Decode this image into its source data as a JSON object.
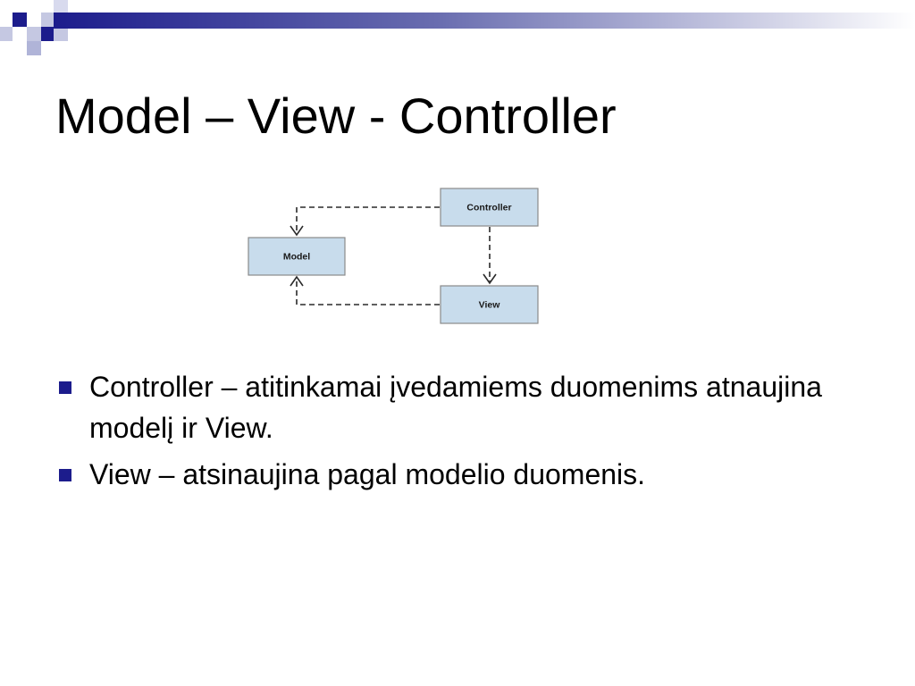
{
  "colors": {
    "accent": "#1c1c8c",
    "accent_light": "#9ea2cc",
    "node_fill": "#c8dcec",
    "node_stroke": "#8a8a8a"
  },
  "slide": {
    "title": "Model – View - Controller",
    "diagram": {
      "nodes": {
        "controller": "Controller",
        "model": "Model",
        "view": "View"
      }
    },
    "bullets": [
      {
        "text": "Controller – atitinkamai įvedamiems duomenims atnaujina modelį ir View."
      },
      {
        "text": "View – atsinaujina pagal modelio duomenis."
      }
    ]
  }
}
